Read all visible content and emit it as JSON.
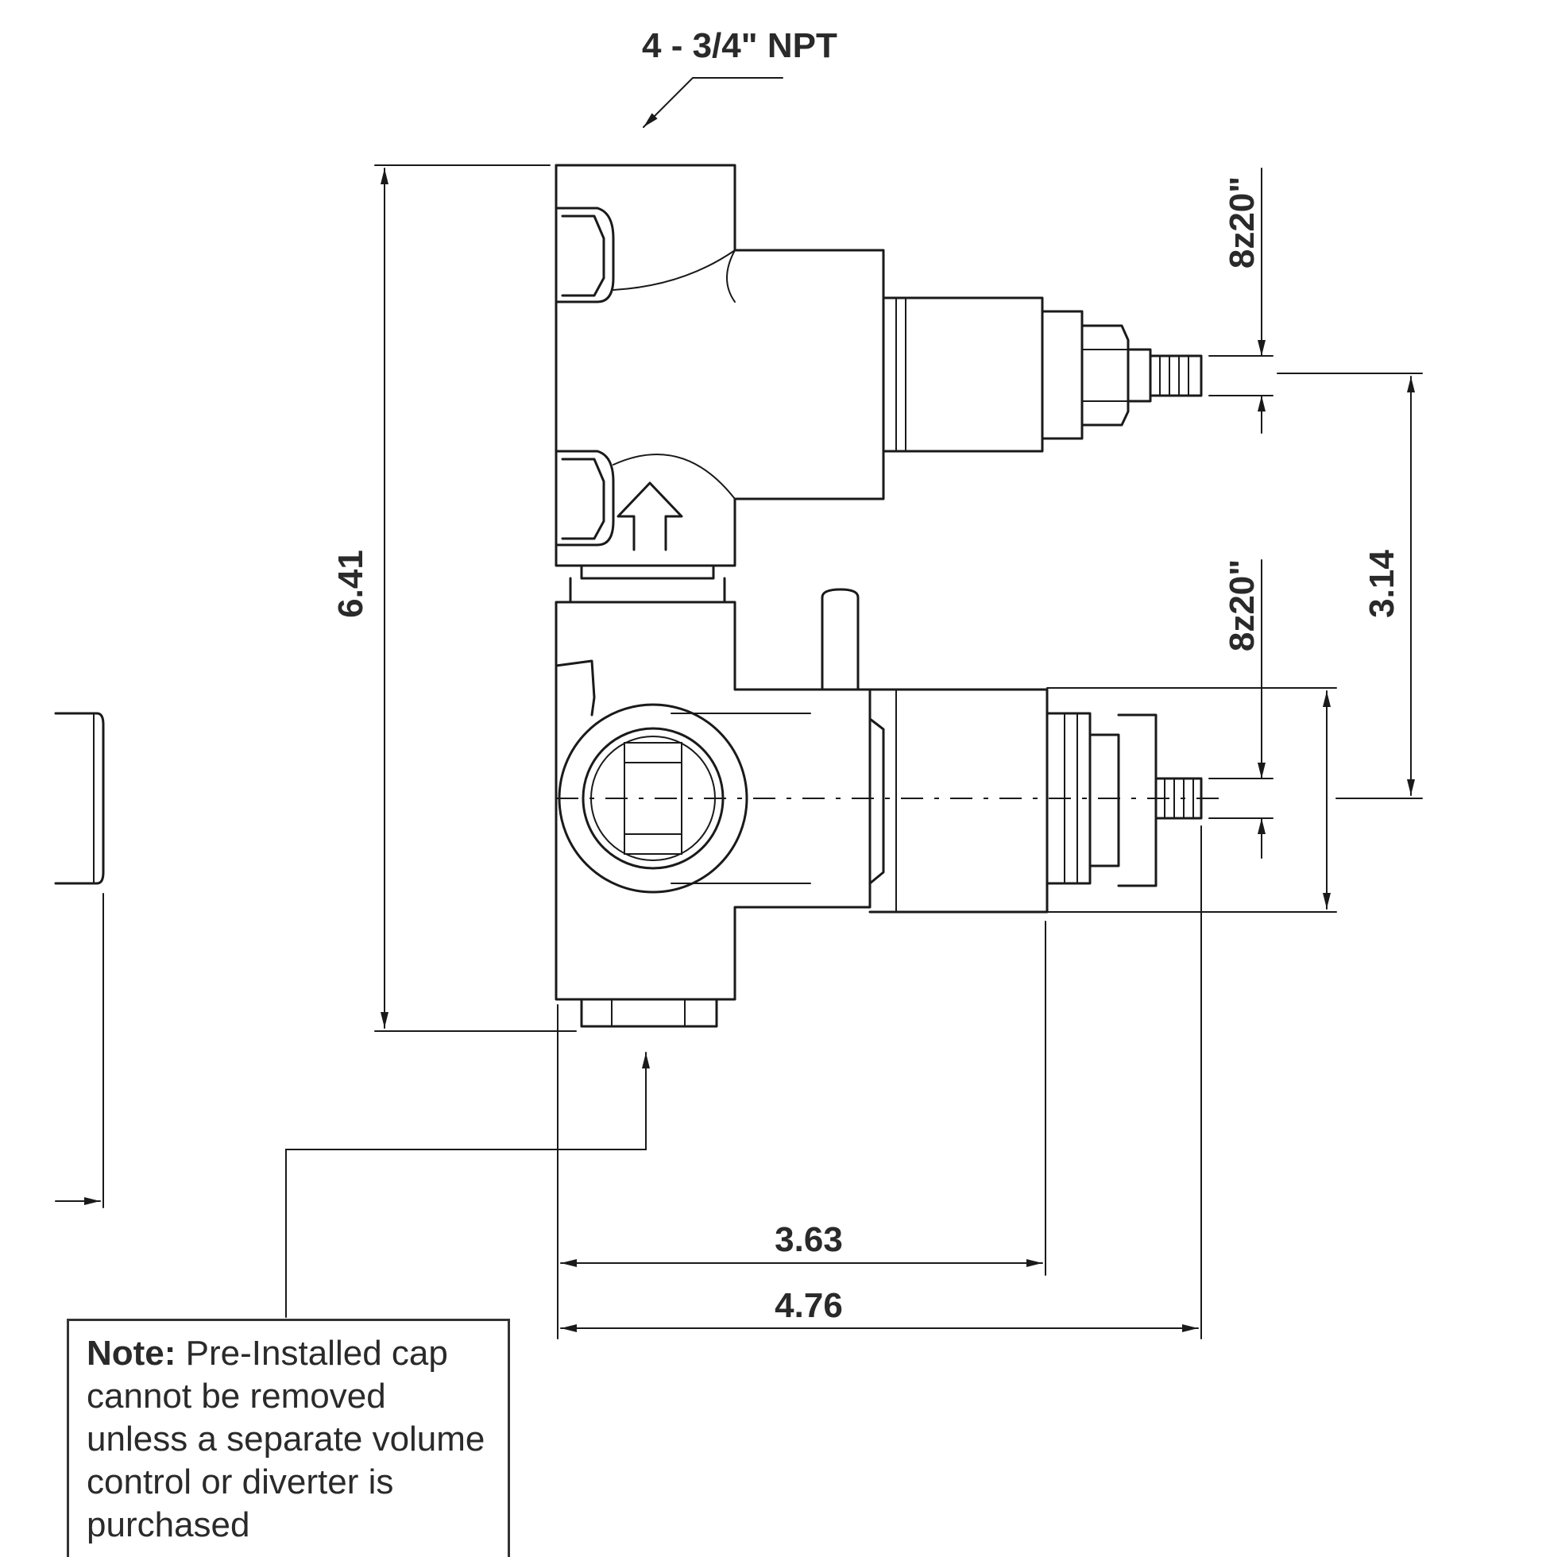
{
  "callouts": {
    "inlets": "4 - 3/4\" NPT"
  },
  "dimensions": {
    "height": "6.41",
    "stem_spacing": "3.14",
    "depth_body": "3.63",
    "depth_stem": "4.76",
    "thread_upper": "8z20\"",
    "thread_lower": "8z20\""
  },
  "note": {
    "label": "Note:",
    "text": " Pre-Installed cap cannot be removed unless a separate volume control or diverter is purchased"
  }
}
